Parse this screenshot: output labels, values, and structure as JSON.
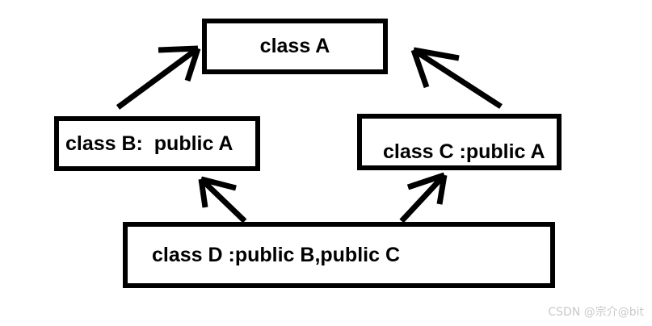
{
  "diagram": {
    "title": "C++ multiple inheritance class hierarchy",
    "stroke_color": "#000000",
    "background_color": "#ffffff",
    "nodes": [
      {
        "id": "a",
        "label": "class A"
      },
      {
        "id": "b",
        "label": "class B:  public A"
      },
      {
        "id": "c",
        "label": "class C :public A"
      },
      {
        "id": "d",
        "label": "class D :public B,public C"
      }
    ],
    "edges": [
      {
        "id": "b-to-a",
        "from": "class B",
        "to": "class A",
        "kind": "inheritance-arrow"
      },
      {
        "id": "c-to-a",
        "from": "class C",
        "to": "class A",
        "kind": "inheritance-arrow"
      },
      {
        "id": "d-to-b",
        "from": "class D",
        "to": "class B",
        "kind": "inheritance-arrow"
      },
      {
        "id": "d-to-c",
        "from": "class D",
        "to": "class C",
        "kind": "inheritance-arrow"
      }
    ]
  },
  "watermark": {
    "text": "CSDN @宗介@bit",
    "color": "#c9c9c9"
  }
}
